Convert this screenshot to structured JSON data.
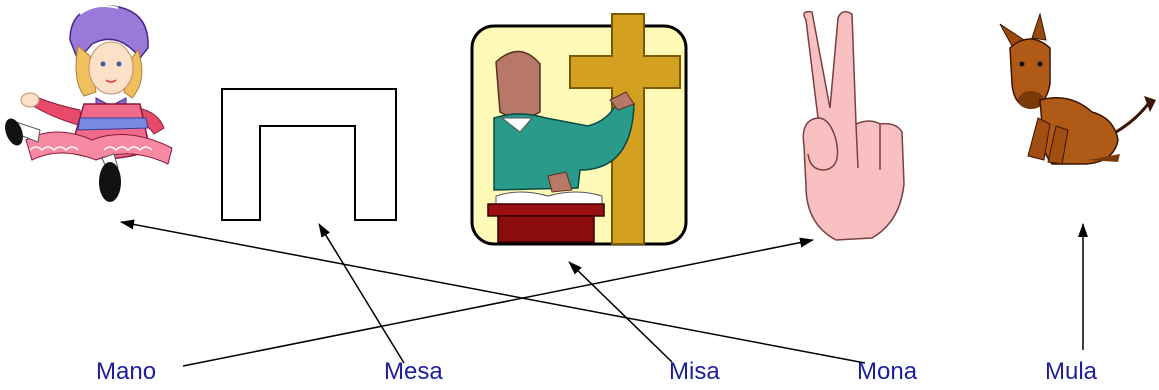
{
  "words": [
    "Mano",
    "Mesa",
    "Misa",
    "Mona",
    "Mula"
  ],
  "pictures": [
    {
      "name": "doll-picture",
      "meaning": "Mona"
    },
    {
      "name": "table-picture",
      "meaning": "Mesa"
    },
    {
      "name": "priest-at-mass-picture",
      "meaning": "Misa"
    },
    {
      "name": "hand-picture",
      "meaning": "Mano"
    },
    {
      "name": "mule-picture",
      "meaning": "Mula"
    }
  ],
  "links": [
    {
      "from": "Mano",
      "to": "hand-picture"
    },
    {
      "from": "Mesa",
      "to": "table-picture"
    },
    {
      "from": "Misa",
      "to": "priest-at-mass-picture"
    },
    {
      "from": "Mona",
      "to": "doll-picture"
    },
    {
      "from": "Mula",
      "to": "mule-picture"
    }
  ],
  "colors": {
    "word_text": "#1e1e9c",
    "arrow": "#000000"
  }
}
